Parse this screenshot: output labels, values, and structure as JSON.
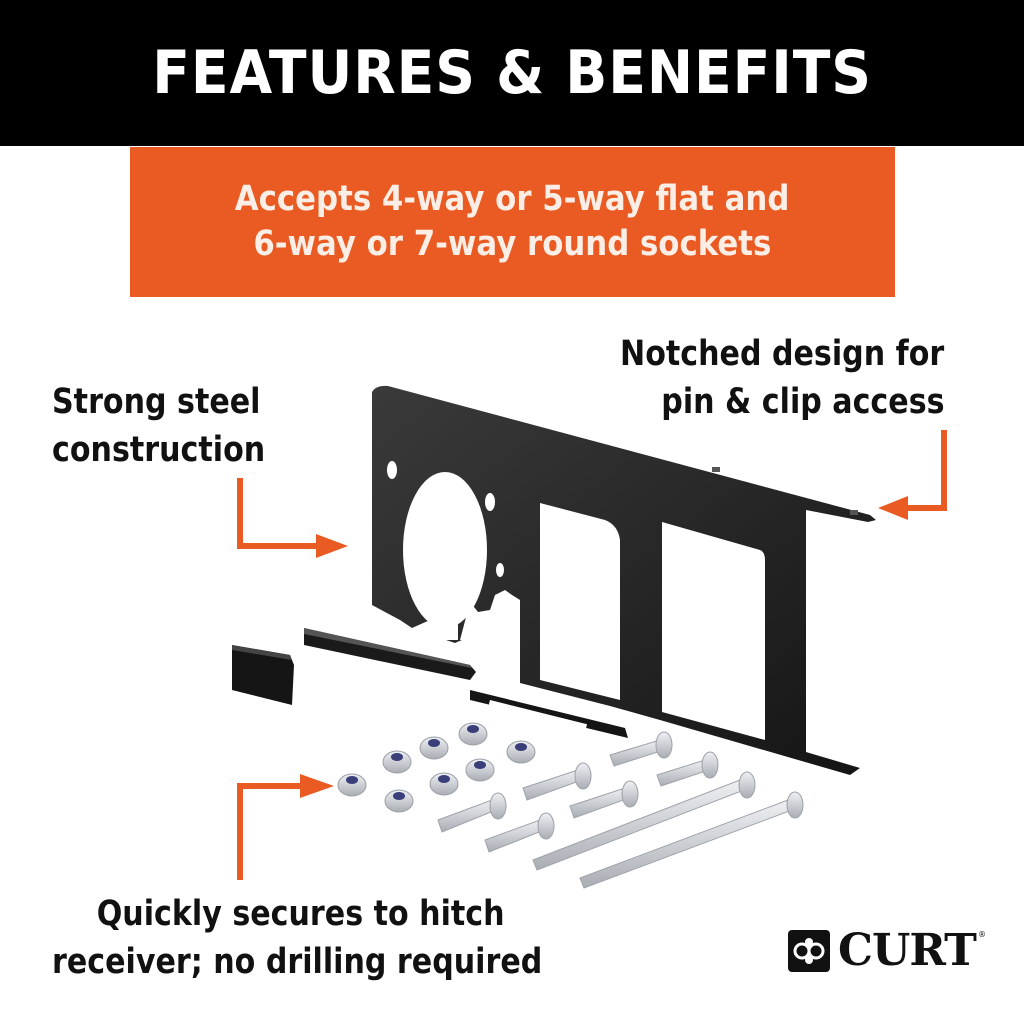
{
  "header": {
    "title": "FEATURES & BENEFITS"
  },
  "banner": {
    "lines": [
      "Accepts 4-way or 5-way flat and",
      "6-way or 7-way round sockets"
    ]
  },
  "callouts": {
    "steel": {
      "lines": [
        "Strong steel",
        "construction"
      ]
    },
    "notched": {
      "lines": [
        "Notched design for",
        "pin & clip access"
      ]
    },
    "secures": {
      "lines": [
        "Quickly secures to hitch",
        "receiver; no drilling required"
      ]
    }
  },
  "brand": {
    "name": "CURT",
    "registered": "®"
  },
  "colors": {
    "header_bg": "#000000",
    "accent_orange": "#ea5b23",
    "bracket_black": "#1a1a1a",
    "hardware_silver": "#c8cbd0"
  },
  "icons": {
    "arrow_steel": "arrow-right-icon",
    "arrow_notched": "arrow-left-icon",
    "arrow_secures": "arrow-right-icon",
    "logo_mark": "curt-logo-icon"
  }
}
